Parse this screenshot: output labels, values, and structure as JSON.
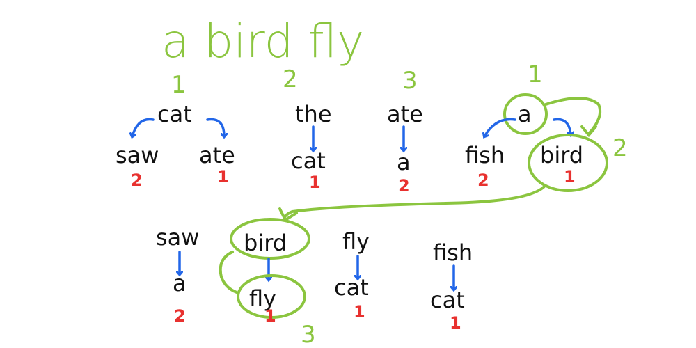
{
  "colors": {
    "background": "#ffffff",
    "green": "#8bc53f",
    "blue": "#2266e8",
    "red": "#e8312f",
    "text": "#111111"
  },
  "title": "a bird fly",
  "step_labels": {
    "g1": "1",
    "g2": "2",
    "g3": "3",
    "g4": "1",
    "g5": "2",
    "g6": "3"
  },
  "groups": [
    {
      "root": "cat",
      "children": [
        {
          "word": "saw",
          "count": "2"
        },
        {
          "word": "ate",
          "count": "1"
        }
      ]
    },
    {
      "root": "the",
      "children": [
        {
          "word": "cat",
          "count": "1"
        }
      ]
    },
    {
      "root": "ate",
      "children": [
        {
          "word": "a",
          "count": "2"
        }
      ]
    },
    {
      "root": "a",
      "children": [
        {
          "word": "fish",
          "count": "2"
        },
        {
          "word": "bird",
          "count": "1"
        }
      ]
    },
    {
      "root": "saw",
      "children": [
        {
          "word": "a",
          "count": "2"
        }
      ]
    },
    {
      "root": "bird",
      "children": [
        {
          "word": "fly",
          "count": "1"
        }
      ]
    },
    {
      "root": "fly",
      "children": [
        {
          "word": "cat",
          "count": "1"
        }
      ]
    },
    {
      "root": "fish",
      "children": [
        {
          "word": "cat",
          "count": "1"
        }
      ]
    }
  ]
}
